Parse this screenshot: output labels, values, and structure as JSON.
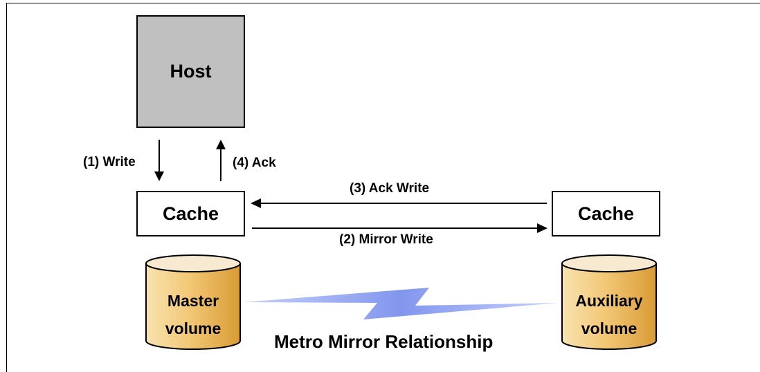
{
  "diagram": {
    "host_label": "Host",
    "cache_left_label": "Cache",
    "cache_right_label": "Cache",
    "step1_label": "(1) Write",
    "step2_label": "(2) Mirror Write",
    "step3_label": "(3) Ack Write",
    "step4_label": "(4) Ack",
    "master_volume_line1": "Master",
    "master_volume_line2": "volume",
    "aux_volume_line1": "Auxiliary",
    "aux_volume_line2": "volume",
    "relationship_label": "Metro Mirror Relationship"
  },
  "colors": {
    "host_fill": "#c0c0c0",
    "volume_fill": "#f0c070",
    "lightning": "#8fa3f0"
  }
}
